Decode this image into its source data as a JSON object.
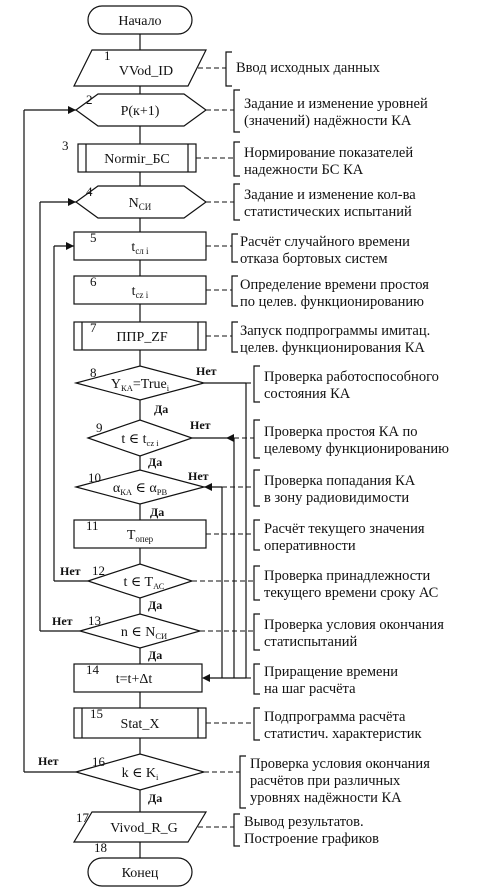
{
  "blocks": {
    "b0": {
      "text": "Начало"
    },
    "b1": {
      "num": "1",
      "text": "VVod_ID"
    },
    "b2": {
      "num": "2",
      "text": "P(к+1)"
    },
    "b3": {
      "num": "3",
      "text": "Normir_БС"
    },
    "b4": {
      "num": "4",
      "text": "N",
      "sub": "СИ"
    },
    "b5": {
      "num": "5",
      "text": "t",
      "sub": "сл i"
    },
    "b6": {
      "num": "6",
      "text": "t",
      "sub": "cz i"
    },
    "b7": {
      "num": "7",
      "text": "ППР_ZF"
    },
    "b8": {
      "num": "8",
      "text": "Y",
      "sub": "КА",
      "text2": "=True",
      "sub2": "i",
      "yes": "Да",
      "no": "Нет"
    },
    "b9": {
      "num": "9",
      "text": "t ∈ t",
      "sub": "cz i",
      "yes": "Да",
      "no": "Нет"
    },
    "b10": {
      "num": "10",
      "text": "α",
      "sub": "КА",
      "text2": " ∈ α",
      "sub2": "РВ",
      "yes": "Да",
      "no": "Нет"
    },
    "b11": {
      "num": "11",
      "text": "T",
      "sub": "опер"
    },
    "b12": {
      "num": "12",
      "text": "t ∈ T",
      "sub": "АС",
      "yes": "Да",
      "no": "Нет"
    },
    "b13": {
      "num": "13",
      "text": "n ∈ N",
      "sub": "СИ",
      "yes": "Да",
      "no": "Нет"
    },
    "b14": {
      "num": "14",
      "text": "t=t+Δt"
    },
    "b15": {
      "num": "15",
      "text": "Stat_X"
    },
    "b16": {
      "num": "16",
      "text": "k ∈ K",
      "sub": "i",
      "yes": "Да",
      "no": "Нет"
    },
    "b17": {
      "num": "17",
      "text": "Vivod_R_G"
    },
    "b18": {
      "num": "18",
      "text": "Конец"
    }
  },
  "comments": {
    "c1": [
      "Ввод исходных данных"
    ],
    "c2": [
      "Задание и изменение уровней",
      "(значений) надёжности КА"
    ],
    "c3": [
      "Нормирование показателей",
      "надежности БС КА"
    ],
    "c4": [
      "Задание и изменение кол-ва",
      "статистических  испытаний"
    ],
    "c5": [
      "Расчёт случайного времени",
      "отказа бортовых систем"
    ],
    "c6": [
      "Определение времени простоя",
      "по целев. функционированию"
    ],
    "c7": [
      "Запуск подпрограммы имитац.",
      "целев. функционирования КА"
    ],
    "c8": [
      "Проверка работоспособного",
      "состояния КА"
    ],
    "c9": [
      "Проверка простоя КА по",
      "целевому функционированию"
    ],
    "c10": [
      "Проверка попадания КА",
      "в зону радиовидимости"
    ],
    "c11": [
      "Расчёт текущего значения",
      "оперативности"
    ],
    "c12": [
      "Проверка принадлежности",
      "текущего времени сроку АС"
    ],
    "c13": [
      "Проверка условия окончания",
      "статиспытаний"
    ],
    "c14": [
      "Приращение времени",
      "на шаг расчёта"
    ],
    "c15": [
      "Подпрограмма расчёта",
      "статистич. характеристик"
    ],
    "c16": [
      "Проверка условия окончания",
      "расчётов при различных",
      "уровнях надёжности КА"
    ],
    "c17": [
      "Вывод результатов.",
      "Построение графиков"
    ]
  }
}
